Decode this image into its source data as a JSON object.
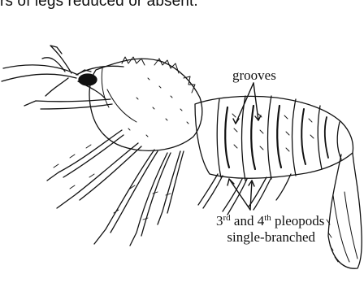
{
  "caption": {
    "text": "rs of legs reduced or absent."
  },
  "labels": {
    "grooves": "grooves",
    "pleopods": {
      "n3": "3",
      "sup3": "rd",
      "and_text": " and 4",
      "sup4": "th",
      "line1_tail": " pleopods",
      "line2": "single-branched"
    }
  },
  "colors": {
    "ink": "#111111",
    "background": "#ffffff"
  }
}
